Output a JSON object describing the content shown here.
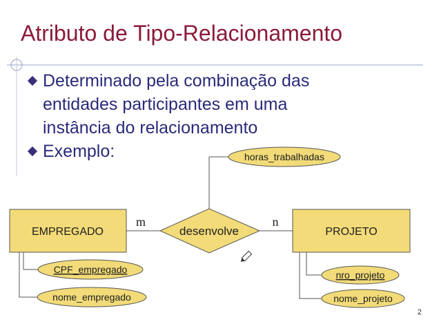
{
  "slide": {
    "title": "Atributo de Tipo-Relacionamento",
    "page_number": "2"
  },
  "bullets": [
    "Determinado pela combinação das\nentidades participantes em uma\ninstância do relacionamento",
    "Exemplo:"
  ],
  "diagram": {
    "entities": {
      "left": "EMPREGADO",
      "right": "PROJETO"
    },
    "relationship": "desenvolve",
    "relationship_attribute": "horas_trabalhadas",
    "cardinality": {
      "left": "m",
      "right": "n"
    },
    "left_attributes": [
      "CPF_empregado",
      "nome_empregado"
    ],
    "right_attributes": [
      "nro_projeto",
      "nome_projeto"
    ],
    "colors": {
      "fill": "#f2db78",
      "stroke": "#555555",
      "title": "#8b1a3a",
      "bullet_text": "#2a2a7a"
    }
  }
}
